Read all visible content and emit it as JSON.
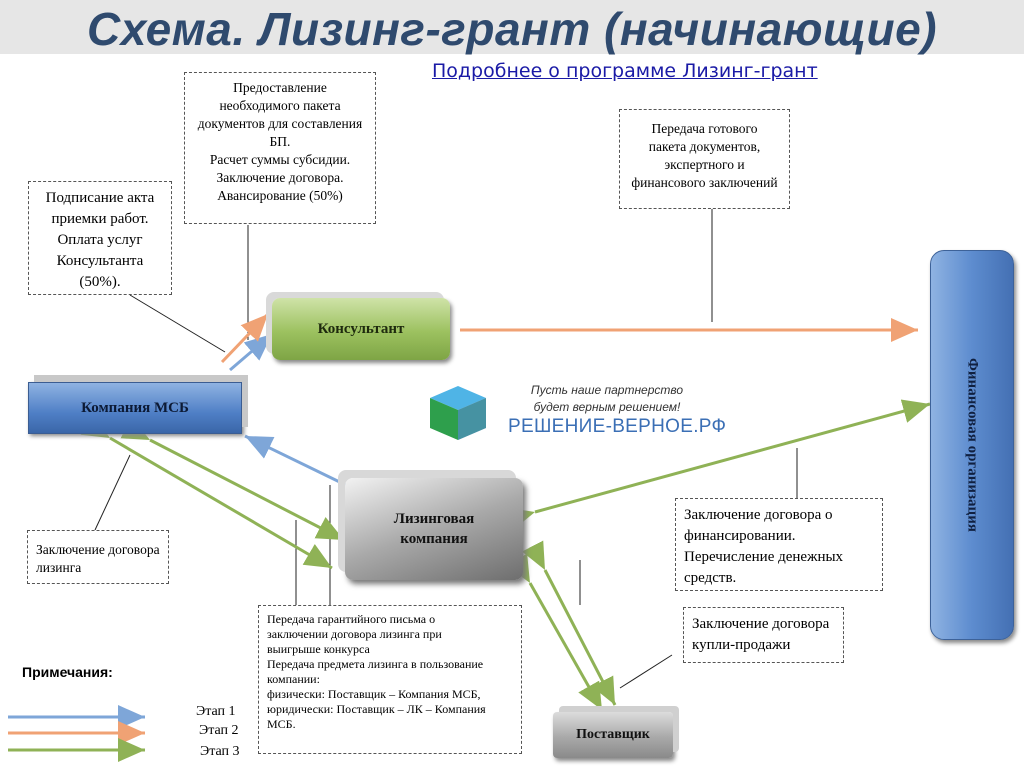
{
  "header": {
    "title": "Схема. Лизинг-грант (начинающие)",
    "link": "Подробнее о программе Лизинг-грант"
  },
  "nodes": {
    "consultant": "Консультант",
    "msb": "Компания МСБ",
    "leasing": "Лизинговая\nкомпания",
    "supplier": "Поставщик",
    "fin_org": "Финансовая организация"
  },
  "notes": {
    "prep": "Предоставление\nнеобходимого пакета\nдокументов для составления\nБП.\nРасчет суммы субсидии.\nЗаключение договора.\nАвансирование (50%)",
    "accept": "Подписание акта\nприемки работ.\nОплата услуг\nКонсультанта\n(50%).",
    "transfer": "Передача готового\nпакета документов,\nэкспертного и\nфинансового заключений",
    "lease_contract": "Заключение договора\nлизинга",
    "financing": "Заключение договора о\nфинансировании.\nПеречисление денежных\nсредств.",
    "guarantee": "Передача гарантийного письма о\nзаключении договора лизинга при\nвыигрыше конкурса\nПередача предмета лизинга в пользование\nкомпании:\nфизически: Поставщик – Компания МСБ,\nюридически: Поставщик – ЛК – Компания\nМСБ.",
    "purchase": "Заключение договора\nкупли-продажи"
  },
  "legend": {
    "heading": "Примечания:",
    "stages": [
      {
        "label": "Этап 1",
        "color": "#7ea6d8"
      },
      {
        "label": "Этап 2",
        "color": "#f0a274"
      },
      {
        "label": "Этап 3",
        "color": "#8fb256"
      }
    ]
  },
  "watermark": {
    "slogan": "Пусть наше партнерство\nбудет верным решением!",
    "site": "РЕШЕНИЕ-ВЕРНОЕ.РФ"
  }
}
